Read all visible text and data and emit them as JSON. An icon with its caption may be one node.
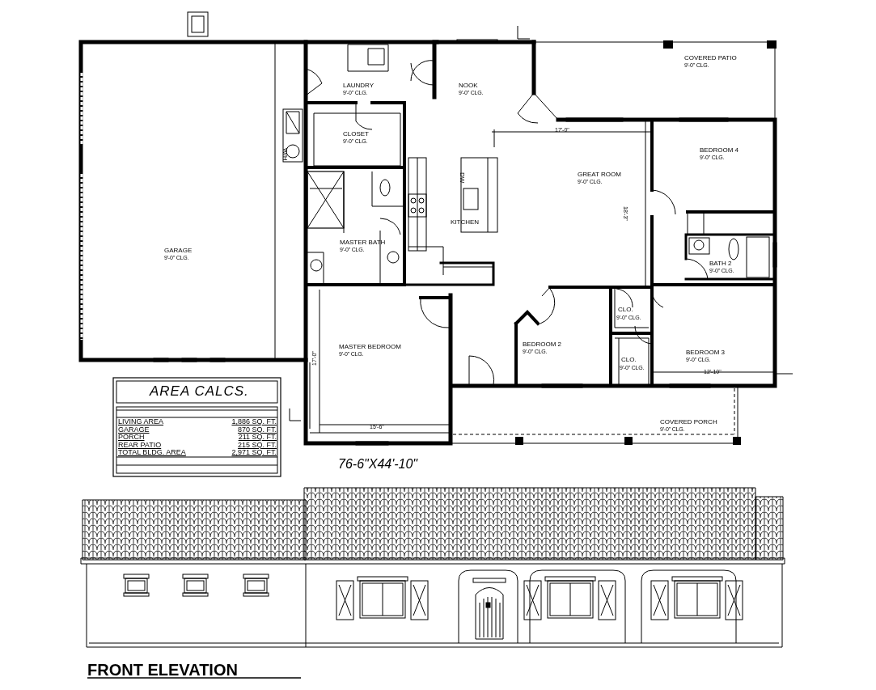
{
  "diagram": {
    "labels": [
      "GARAGE",
      "9'-0\" CLG.",
      "LAUNDRY",
      "9'-0\" CLG.",
      "NOOK",
      "9'-0\" CLG.",
      "COVERED PATIO",
      "9'-0\" CLG.",
      "CLOSET",
      "9'-0\" CLG.",
      "17'-0\"",
      "DW",
      "GREAT ROOM",
      "9'-0\" CLG.",
      "BEDROOM 4",
      "9'-0\" CLG.",
      "W/H",
      "18'-3\"",
      "KITCHEN",
      "MASTER BATH",
      "9'-0\" CLG.",
      "BATH 2",
      "9'-0\" CLG.",
      "CLO.",
      "9'-0\" CLG.",
      "MASTER BEDROOM",
      "9'-0\" CLG.",
      "BEDROOM 2",
      "9'-0\" CLG.",
      "BEDROOM 3",
      "9'-0\" CLG.",
      "17'-0\"",
      "CLO.",
      "9'-0\" CLG.",
      "12'-10\"",
      "COVERED PORCH",
      "9'-0\" CLG.",
      "15'-6\"",
      "AREA CALCS.",
      "LIVING AREA",
      "1,886 SQ. FT.",
      "GARAGE",
      "870 SQ. FT.",
      "PORCH",
      "211 SQ. FT.",
      "REAR PATIO",
      "215 SQ. FT.",
      "TOTAL BLDG. AREA",
      "2,971 SQ. FT.",
      "76-6\"X44'-10\"",
      "FRONT ELEVATION"
    ]
  }
}
